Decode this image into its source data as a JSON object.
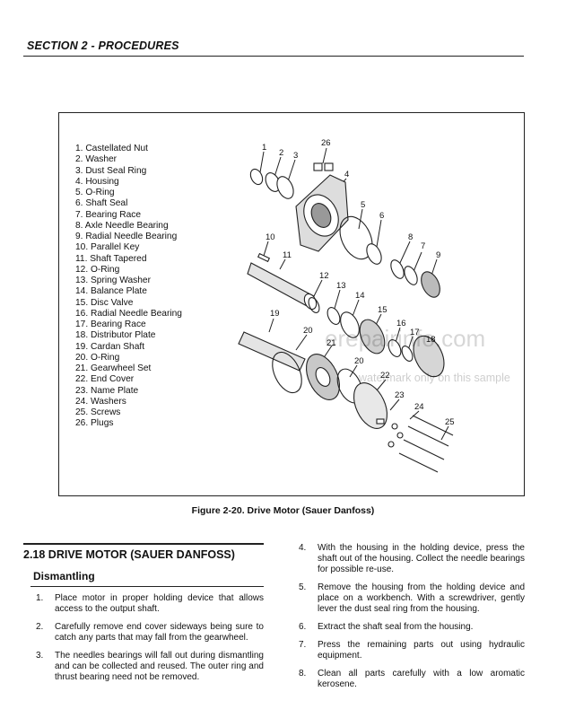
{
  "header": {
    "section": "SECTION 2 - PROCEDURES"
  },
  "figure": {
    "parts": [
      "1. Castellated Nut",
      "2. Washer",
      "3. Dust Seal Ring",
      "4. Housing",
      "5. O-Ring",
      "6. Shaft Seal",
      "7. Bearing Race",
      "8. Axle Needle Bearing",
      "9. Radial Needle Bearing",
      "10. Parallel Key",
      "11. Shaft Tapered",
      "12. O-Ring",
      "13. Spring Washer",
      "14. Balance Plate",
      "15. Disc Valve",
      "16. Radial Needle Bearing",
      "17. Bearing Race",
      "18. Distributor Plate",
      "19. Cardan Shaft",
      "20. O-Ring",
      "21. Gearwheel Set",
      "22. End Cover",
      "23. Name Plate",
      "24. Washers",
      "25. Screws",
      "26. Plugs"
    ],
    "callouts": [
      "1",
      "2",
      "3",
      "26",
      "4",
      "5",
      "6",
      "8",
      "7",
      "9",
      "10",
      "11",
      "12",
      "13",
      "14",
      "15",
      "16",
      "17",
      "18",
      "19",
      "20",
      "21",
      "20",
      "22",
      "23",
      "24",
      "25"
    ],
    "caption": "Figure 2-20.  Drive Motor (Sauer Danfoss)"
  },
  "watermark": {
    "main": "erepairinfo.com",
    "sub": "watermark only on this sample"
  },
  "section_2_18": {
    "title": "2.18  DRIVE MOTOR (SAUER DANFOSS)",
    "subtitle": "Dismantling",
    "steps": [
      {
        "num": "1.",
        "text": "Place motor in proper holding device that allows access to the output shaft."
      },
      {
        "num": "2.",
        "text": "Carefully remove end cover sideways being sure to catch any parts that may fall from the gearwheel."
      },
      {
        "num": "3.",
        "text": "The needles bearings will fall out during dismantling and can be collected and reused. The outer ring and thrust bearing need not be removed."
      },
      {
        "num": "4.",
        "text": "With the housing in the holding device, press the shaft out of the housing. Collect the needle bearings for possible re-use."
      },
      {
        "num": "5.",
        "text": "Remove the housing from the holding device and place on a workbench. With a screwdriver, gently lever the dust seal ring from the housing."
      },
      {
        "num": "6.",
        "text": "Extract the shaft seal from the housing."
      },
      {
        "num": "7.",
        "text": "Press the remaining parts out using hydraulic equipment."
      },
      {
        "num": "8.",
        "text": "Clean all parts carefully with a low aromatic kerosene."
      }
    ]
  }
}
